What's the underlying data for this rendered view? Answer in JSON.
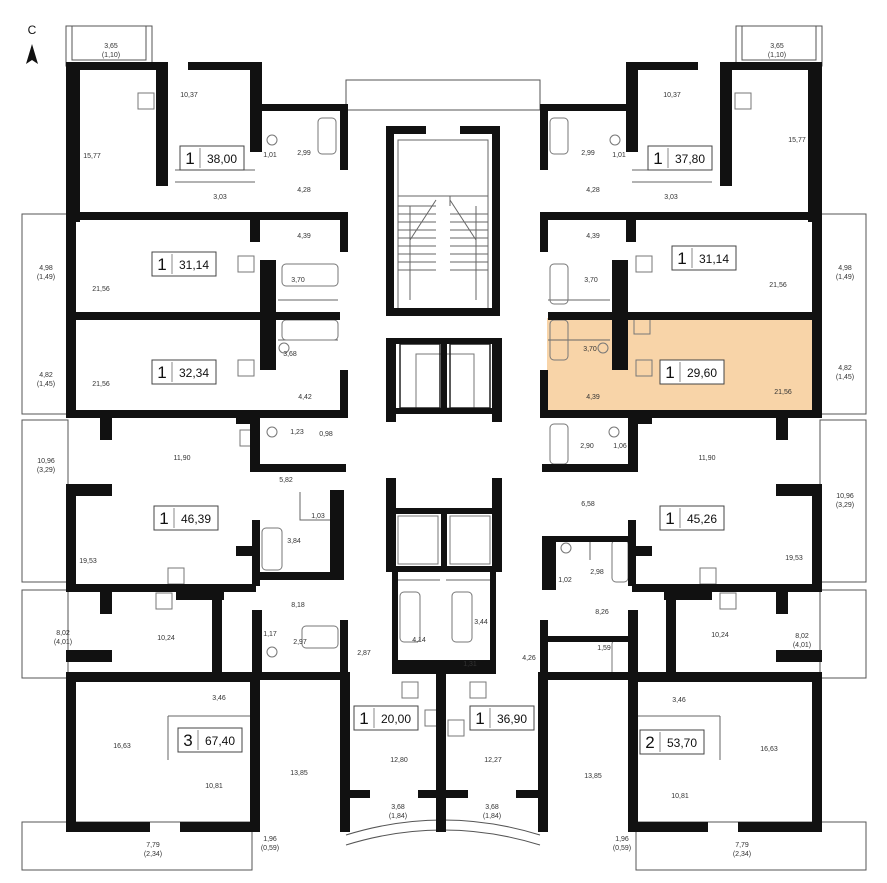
{
  "compass_label": "С",
  "highlight_color": "#f8d4a8",
  "apartments": [
    {
      "rooms": "1",
      "area": "38,00"
    },
    {
      "rooms": "1",
      "area": "37,80"
    },
    {
      "rooms": "1",
      "area": "31,14"
    },
    {
      "rooms": "1",
      "area": "31,14"
    },
    {
      "rooms": "1",
      "area": "32,34"
    },
    {
      "rooms": "1",
      "area": "29,60",
      "highlighted": true
    },
    {
      "rooms": "1",
      "area": "46,39"
    },
    {
      "rooms": "1",
      "area": "45,26"
    },
    {
      "rooms": "3",
      "area": "67,40"
    },
    {
      "rooms": "1",
      "area": "20,00"
    },
    {
      "rooms": "1",
      "area": "36,90"
    },
    {
      "rooms": "2",
      "area": "53,70"
    }
  ],
  "room_labels": [
    [
      "3,65",
      "(1,10)"
    ],
    [
      "3,65",
      "(1,10)"
    ],
    [
      "10,37"
    ],
    [
      "10,37"
    ],
    [
      "15,77"
    ],
    [
      "15,77"
    ],
    [
      "1,01"
    ],
    [
      "2,99"
    ],
    [
      "2,99"
    ],
    [
      "1,01"
    ],
    [
      "4,28"
    ],
    [
      "4,28"
    ],
    [
      "3,03"
    ],
    [
      "3,03"
    ],
    [
      "4,39"
    ],
    [
      "4,39"
    ],
    [
      "4,98",
      "(1,49)"
    ],
    [
      "4,98",
      "(1,49)"
    ],
    [
      "21,56"
    ],
    [
      "21,56"
    ],
    [
      "3,70"
    ],
    [
      "3,70"
    ],
    [
      "4,82",
      "(1,45)"
    ],
    [
      "21,56"
    ],
    [
      "3,68"
    ],
    [
      "3,70"
    ],
    [
      "21,56"
    ],
    [
      "4,82",
      "(1,45)"
    ],
    [
      "4,42"
    ],
    [
      "4,39"
    ],
    [
      "1,23"
    ],
    [
      "0,98"
    ],
    [
      "2,90"
    ],
    [
      "1,06"
    ],
    [
      "10,96",
      "(3,29)"
    ],
    [
      "11,90"
    ],
    [
      "11,90"
    ],
    [
      "10,96",
      "(3,29)"
    ],
    [
      "5,82"
    ],
    [
      "6,58"
    ],
    [
      "1,03"
    ],
    [
      "19,53"
    ],
    [
      "3,84"
    ],
    [
      "19,53"
    ],
    [
      "1,02"
    ],
    [
      "2,98"
    ],
    [
      "8,18"
    ],
    [
      "8,26"
    ],
    [
      "8,02",
      "(4,01)"
    ],
    [
      "10,24"
    ],
    [
      "10,24"
    ],
    [
      "8,02",
      "(4,01)"
    ],
    [
      "1,17"
    ],
    [
      "2,97"
    ],
    [
      "4,14"
    ],
    [
      "3,44"
    ],
    [
      "1,59"
    ],
    [
      "2,87"
    ],
    [
      "1,31"
    ],
    [
      "4,26"
    ],
    [
      "3,46"
    ],
    [
      "3,46"
    ],
    [
      "16,63"
    ],
    [
      "10,81"
    ],
    [
      "13,85"
    ],
    [
      "12,80"
    ],
    [
      "12,27"
    ],
    [
      "13,85"
    ],
    [
      "10,81"
    ],
    [
      "16,63"
    ],
    [
      "3,68",
      "(1,84)"
    ],
    [
      "3,68",
      "(1,84)"
    ],
    [
      "1,96",
      "(0,59)"
    ],
    [
      "1,96",
      "(0,59)"
    ],
    [
      "7,79",
      "(2,34)"
    ],
    [
      "7,79",
      "(2,34)"
    ]
  ]
}
